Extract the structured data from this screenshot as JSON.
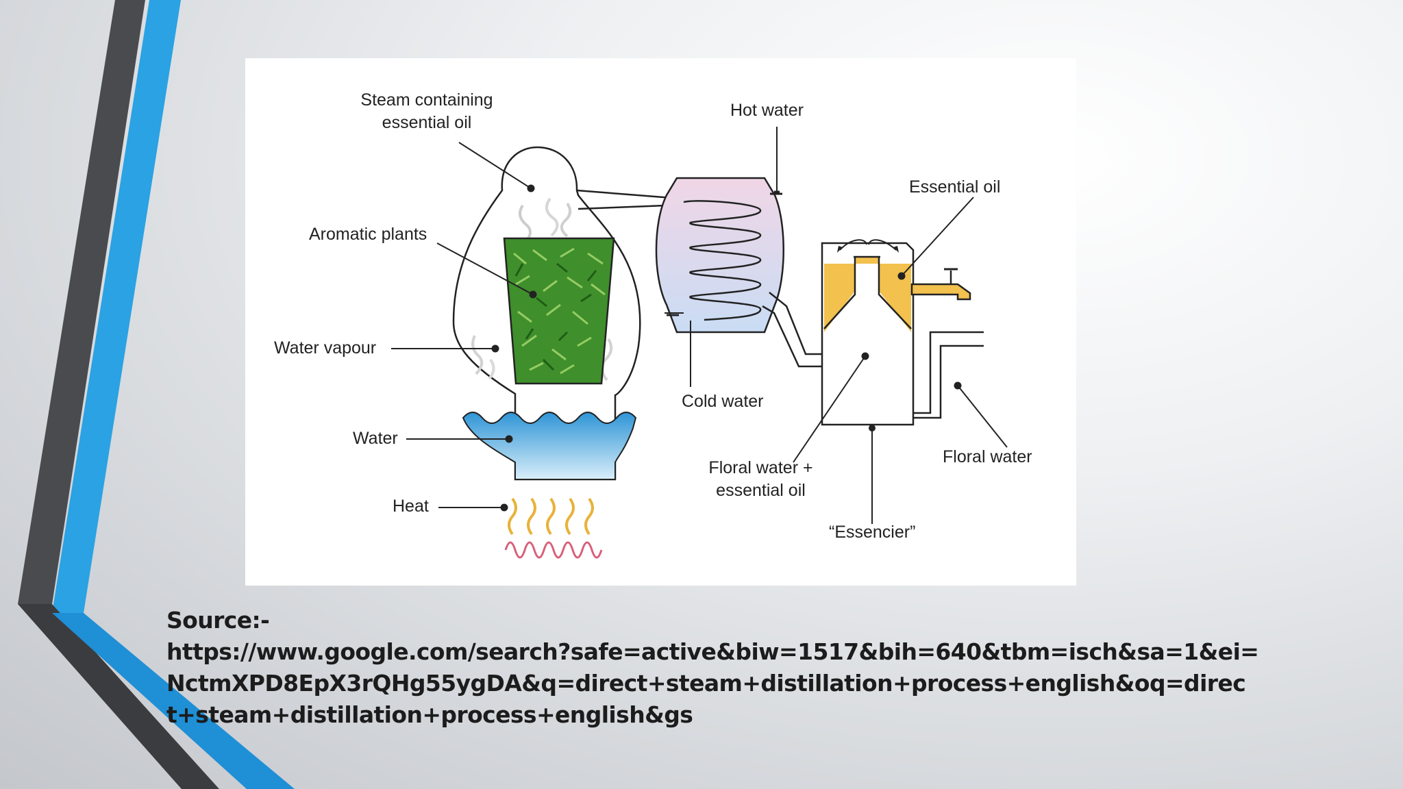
{
  "figure": {
    "labels": {
      "steam_line1": "Steam containing",
      "steam_line2": "essential oil",
      "aromatic_plants": "Aromatic plants",
      "water_vapour": "Water vapour",
      "water": "Water",
      "heat": "Heat",
      "hot_water": "Hot water",
      "cold_water": "Cold water",
      "essential_oil": "Essential oil",
      "floral_essential_line1": "Floral water +",
      "floral_essential_line2": "essential oil",
      "floral_water": "Floral water",
      "essencier": "“Essencier”"
    },
    "colors": {
      "water": "#3aa0dc",
      "oil": "#f2c14e",
      "plants": "#3f8f2c",
      "condenser": "#dce4f5",
      "heat_flame": "#e8b23a",
      "heat_coil": "#d9607a"
    }
  },
  "caption": {
    "line1": "Source:-",
    "line2": "https://www.google.com/search?safe=active&biw=1517&bih=640&tbm=isch&sa=1&ei=",
    "line3": "NctmXPD8EpX3rQHg55ygDA&q=direct+steam+distillation+process+english&oq=direc",
    "line4": "t+steam+distillation+process+english&gs"
  }
}
